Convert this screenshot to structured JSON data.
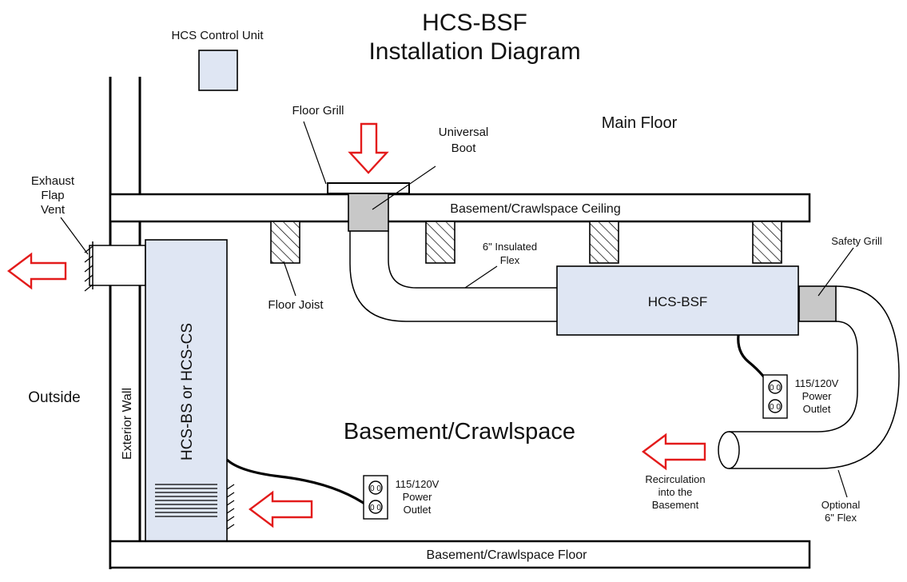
{
  "title": {
    "line1": "HCS-BSF",
    "line2": "Installation Diagram"
  },
  "labels": {
    "control_unit": "HCS Control Unit",
    "floor_grill": "Floor Grill",
    "universal_boot_line1": "Universal",
    "universal_boot_line2": "Boot",
    "main_floor": "Main Floor",
    "exhaust_line1": "Exhaust",
    "exhaust_line2": "Flap",
    "exhaust_line3": "Vent",
    "ceiling": "Basement/Crawlspace Ceiling",
    "insulated_flex_line1": "6\" Insulated",
    "insulated_flex_line2": "Flex",
    "safety_grill": "Safety Grill",
    "floor_joist": "Floor Joist",
    "bsf_unit": "HCS-BSF",
    "outside": "Outside",
    "exterior_wall": "Exterior Wall",
    "bs_unit": "HCS-BS or HCS-CS",
    "basement": "Basement/Crawlspace",
    "recirc_line1": "Recirculation",
    "recirc_line2": "into the",
    "recirc_line3": "Basement",
    "optional_flex_line1": "Optional",
    "optional_flex_line2": "6\" Flex",
    "floor": "Basement/Crawlspace Floor"
  },
  "outlets": [
    {
      "line1": "115/120V",
      "line2": "Power",
      "line3": "Outlet"
    },
    {
      "line1": "115/120V",
      "line2": "Power",
      "line3": "Outlet"
    }
  ],
  "colors": {
    "arrow": "#e31b1b",
    "unit_fill": "#dfe6f3",
    "boot_fill": "#c8c8c8"
  }
}
